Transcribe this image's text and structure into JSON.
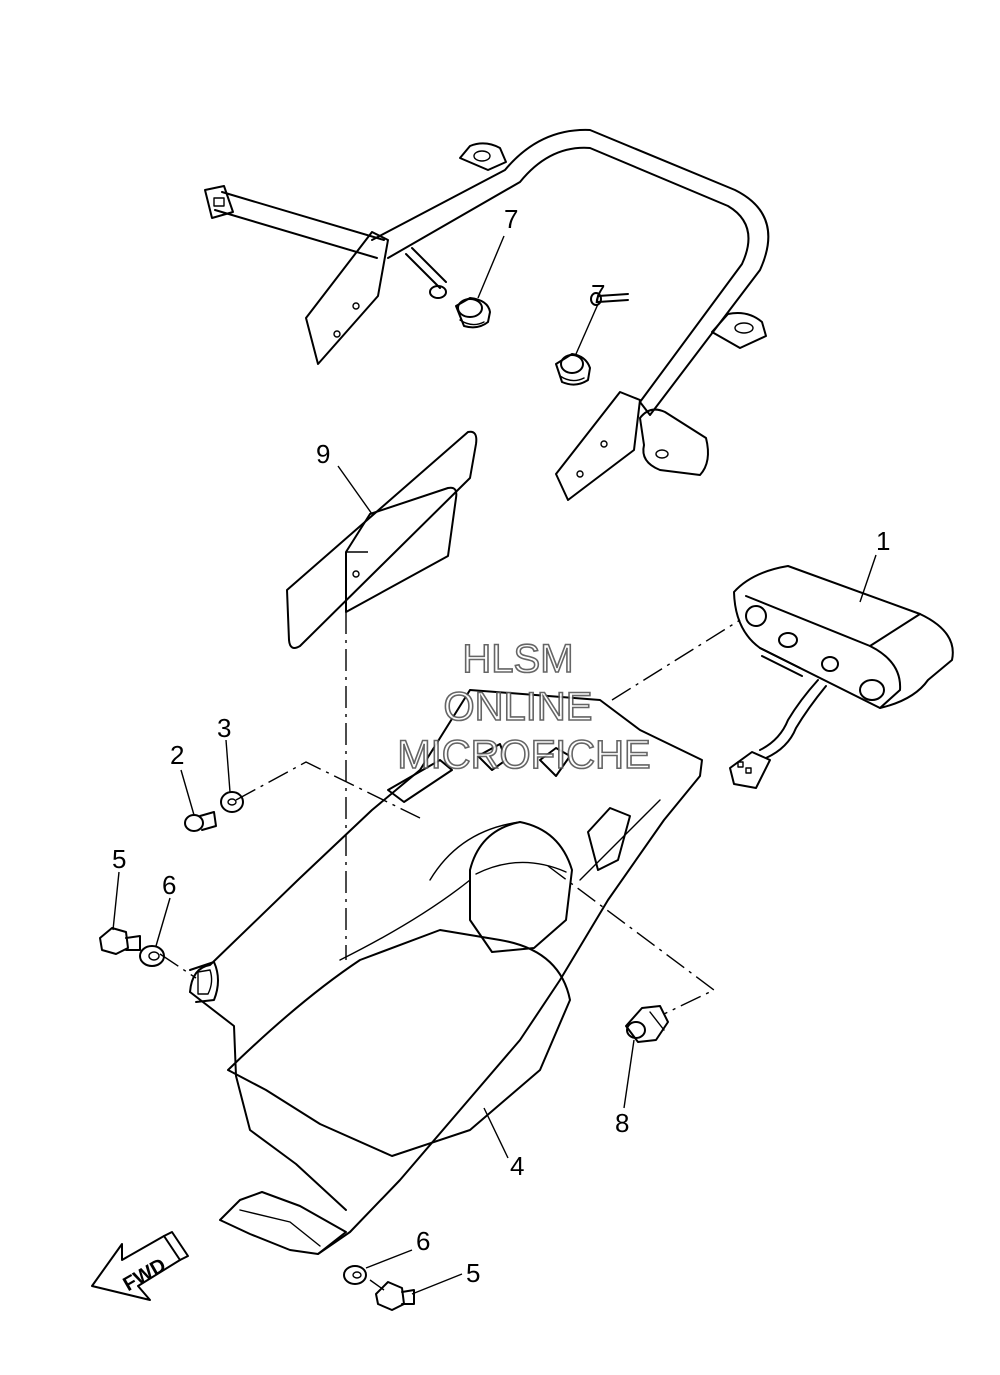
{
  "watermark": {
    "line1": "HLSM",
    "line2": "ONLINE",
    "line3": "MICROFICHE"
  },
  "direction_arrow": {
    "label": "FWD"
  },
  "callouts": [
    {
      "id": "c1",
      "label": "1"
    },
    {
      "id": "c2",
      "label": "2"
    },
    {
      "id": "c3",
      "label": "3"
    },
    {
      "id": "c4",
      "label": "4"
    },
    {
      "id": "c5a",
      "label": "5"
    },
    {
      "id": "c5b",
      "label": "5"
    },
    {
      "id": "c6a",
      "label": "6"
    },
    {
      "id": "c6b",
      "label": "6"
    },
    {
      "id": "c7a",
      "label": "7"
    },
    {
      "id": "c7b",
      "label": "7"
    },
    {
      "id": "c8",
      "label": "8"
    },
    {
      "id": "c9",
      "label": "9"
    }
  ],
  "parts": [
    {
      "callout": "1",
      "icon": "tail-light-icon"
    },
    {
      "callout": "2",
      "icon": "screw-icon"
    },
    {
      "callout": "3",
      "icon": "washer-icon"
    },
    {
      "callout": "4",
      "icon": "rear-fender-icon"
    },
    {
      "callout": "5",
      "icon": "bolt-icon"
    },
    {
      "callout": "6",
      "icon": "collar-icon"
    },
    {
      "callout": "7",
      "icon": "damper-icon"
    },
    {
      "callout": "8",
      "icon": "clip-icon"
    },
    {
      "callout": "9",
      "icon": "label-icon"
    }
  ]
}
